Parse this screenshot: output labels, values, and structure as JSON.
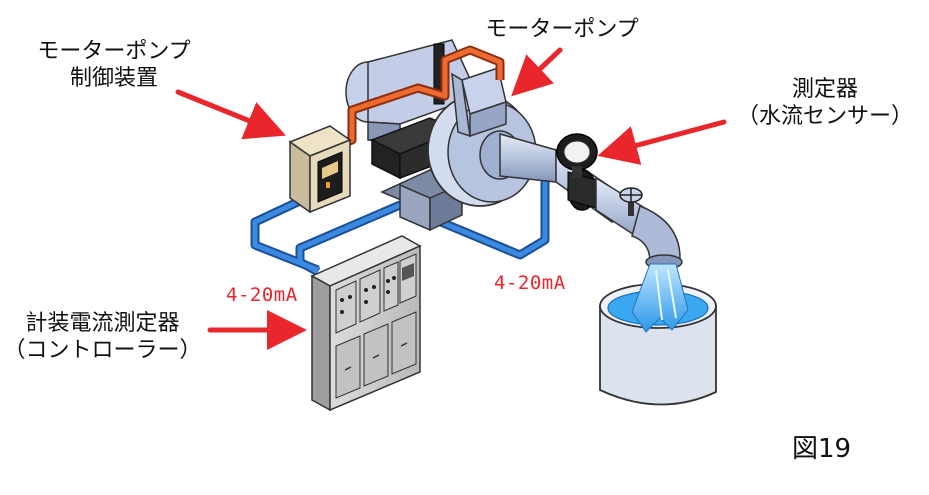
{
  "labels": {
    "controller_line1": "モーターポンプ",
    "controller_line2": "制御装置",
    "pump": "モーターポンプ",
    "sensor_line1": "測定器",
    "sensor_line2": "（水流センサー）",
    "meter_line1": "計装電流測定器",
    "meter_line2": "（コントローラー）",
    "signal_left": "4-20mA",
    "signal_right": "4-20mA",
    "figure_number": "図19"
  },
  "colors": {
    "arrow": "#e8262b",
    "signal_cable": "#1f6fbf",
    "power_cable": "#e8602a",
    "water": "#3aa8f0",
    "pump_body": "#b9c6e2"
  }
}
